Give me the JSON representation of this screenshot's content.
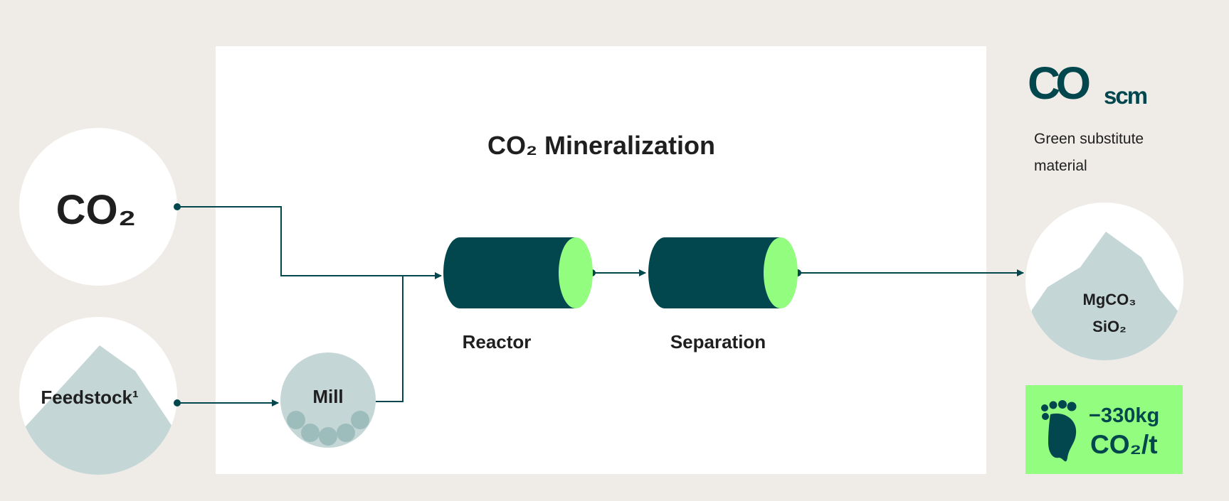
{
  "process": {
    "title": "CO₂ Mineralization",
    "co2_input": "CO₂",
    "feedstock": "Feedstock¹",
    "mill": "Mill",
    "reactor": "Reactor",
    "separation": "Separation"
  },
  "product": {
    "brand": "CO",
    "brand_suffix": "scm",
    "tagline_line1": "Green substitute",
    "tagline_line2": "material",
    "composition_line1": "MgCO₃",
    "composition_line2": "SiO₂"
  },
  "footprint": {
    "value": "−330kg",
    "unit": "CO₂/t",
    "icon": "footprint-icon"
  },
  "colors": {
    "background": "#efece8",
    "dark_teal": "#02474d",
    "lime": "#93fd80",
    "stone": "#c5d6d6",
    "white": "#ffffff"
  }
}
